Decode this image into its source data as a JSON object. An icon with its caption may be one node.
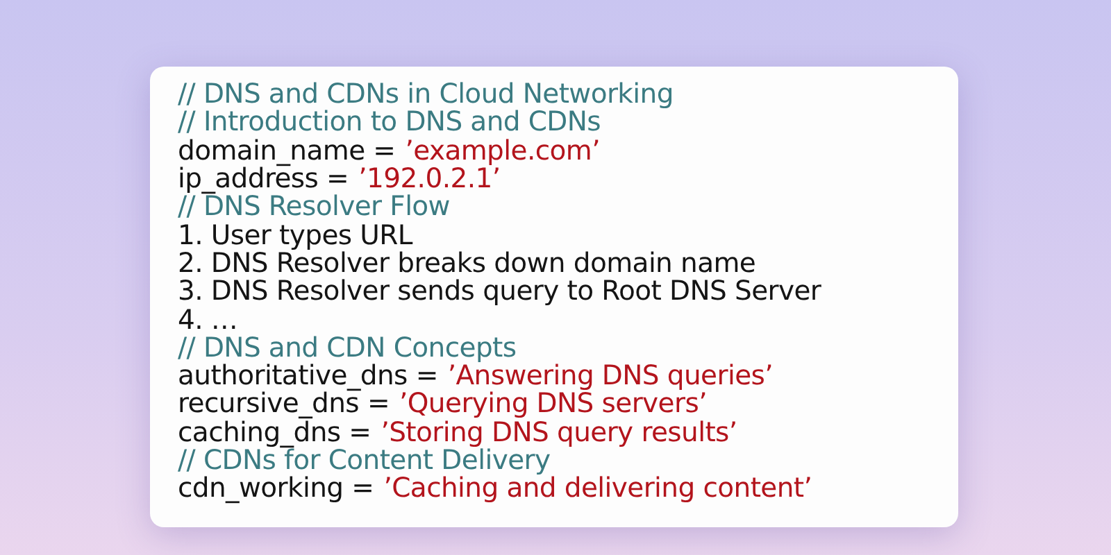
{
  "diagram": {
    "labels": [
      "// DNS and CDNs in Cloud Networking",
      "// Introduction to DNS and CDNs",
      "domain_name =",
      "’example.com’",
      "ip_address =",
      "’192.0.2.1’",
      "// DNS Resolver Flow",
      "1. User types URL",
      "2. DNS Resolver breaks down domain name",
      "3. DNS Resolver sends query to Root DNS Server",
      "4. …",
      "// DNS and CDN Concepts",
      "authoritative_dns =",
      "’Answering DNS queries’",
      "recursive_dns =",
      "’Querying DNS servers’",
      "caching_dns =",
      "’Storing DNS query results’",
      "// CDNs for Content Delivery",
      "cdn_working =",
      "’Caching and delivering content’"
    ]
  }
}
